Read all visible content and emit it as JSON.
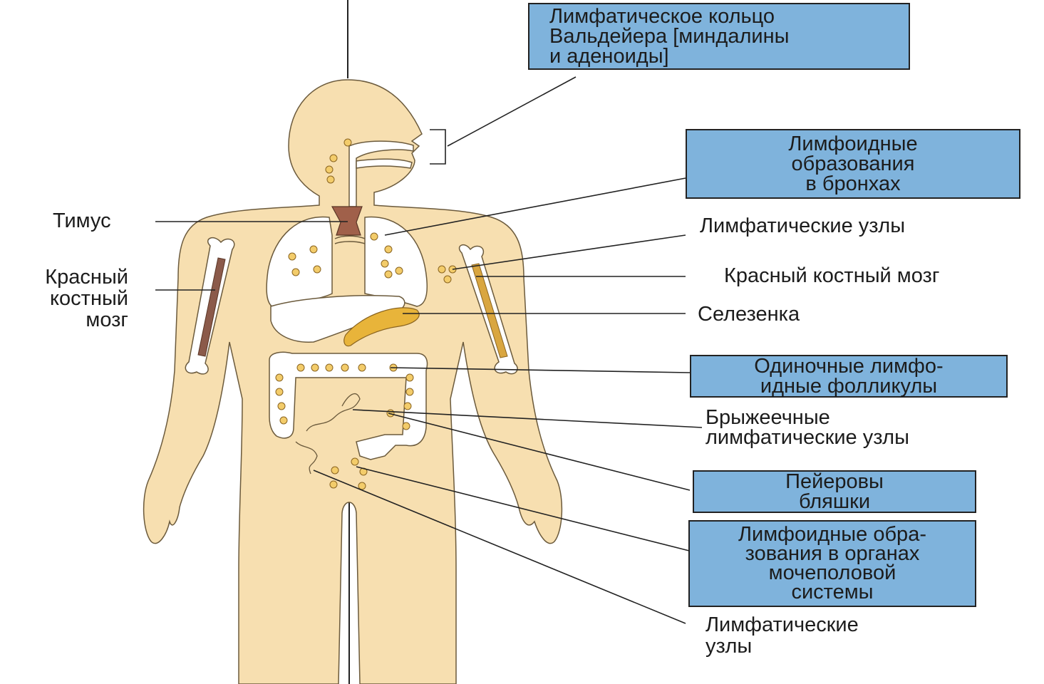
{
  "labels": {
    "waldeyer_ring": [
      "Лимфатическое кольцо",
      "Вальдейера [миндалины",
      "и аденоиды]"
    ],
    "bronchial_lymphoid": [
      "Лимфоидные",
      "образования",
      "в бронхах"
    ],
    "thymus": "Тимус",
    "lymph_nodes_upper": "Лимфатические узлы",
    "red_marrow_left": [
      "Красный",
      "костный",
      "мозг"
    ],
    "red_marrow_right": "Красный костный мозг",
    "spleen": "Селезенка",
    "solitary_follicles": [
      "Одиночные лимфо-",
      "идные фолликулы"
    ],
    "mesenteric_nodes": [
      "Брыжеечные",
      "лимфатические узлы"
    ],
    "peyer_patches": [
      "Пейеровы",
      "бляшки"
    ],
    "urogenital_lymphoid": [
      "Лимфоидные обра-",
      "зования в органах",
      "мочеполовой",
      "системы"
    ],
    "lymph_nodes_lower": [
      "Лимфатические",
      "узлы"
    ]
  },
  "colors": {
    "body": "#f7dfb0",
    "body_outline": "#6b5a3c",
    "highlight_box": "#7fb3dc",
    "lymph_node": "#f3cc6a",
    "thymus": "#a0604a",
    "spleen": "#e8b43a",
    "marrow_red": "#8b5a4a",
    "marrow_yellow": "#d9a640",
    "organ_fill": "#ffffff",
    "line": "#222222"
  }
}
